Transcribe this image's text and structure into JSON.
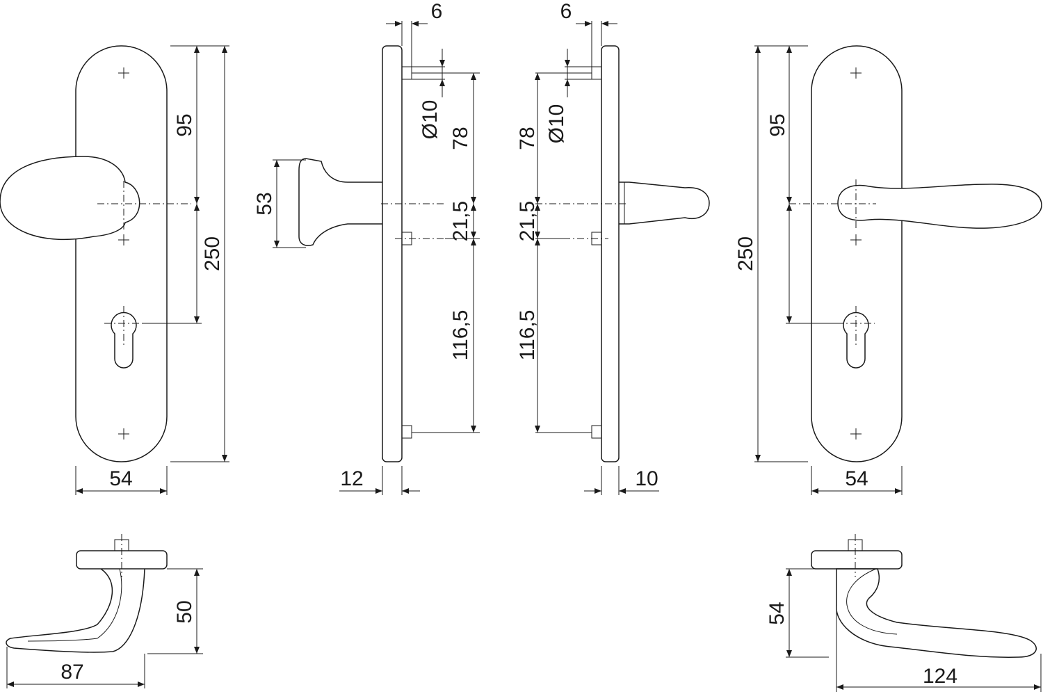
{
  "labels": {
    "front_knob_height_top": "95",
    "front_knob_total_height": "250",
    "front_knob_plate_width": "54",
    "side_knob_top_offset": "6",
    "side_knob_bolt_diameter": "Ø10",
    "side_knob_spacing_top": "78",
    "side_knob_knob_size": "53",
    "side_knob_spacing_mid": "21,5",
    "side_knob_spacing_bottom": "116,5",
    "side_knob_plate_thickness": "12",
    "side_lever_top_offset": "6",
    "side_lever_bolt_diameter": "Ø10",
    "side_lever_spacing_top": "78",
    "side_lever_spacing_mid": "21,5",
    "side_lever_spacing_bottom": "116,5",
    "side_lever_plate_thickness": "10",
    "front_lever_height_top": "95",
    "front_lever_total_height": "250",
    "front_lever_plate_width": "54",
    "bottom_knob_height": "50",
    "bottom_knob_length": "87",
    "bottom_lever_height": "54",
    "bottom_lever_length": "124"
  }
}
